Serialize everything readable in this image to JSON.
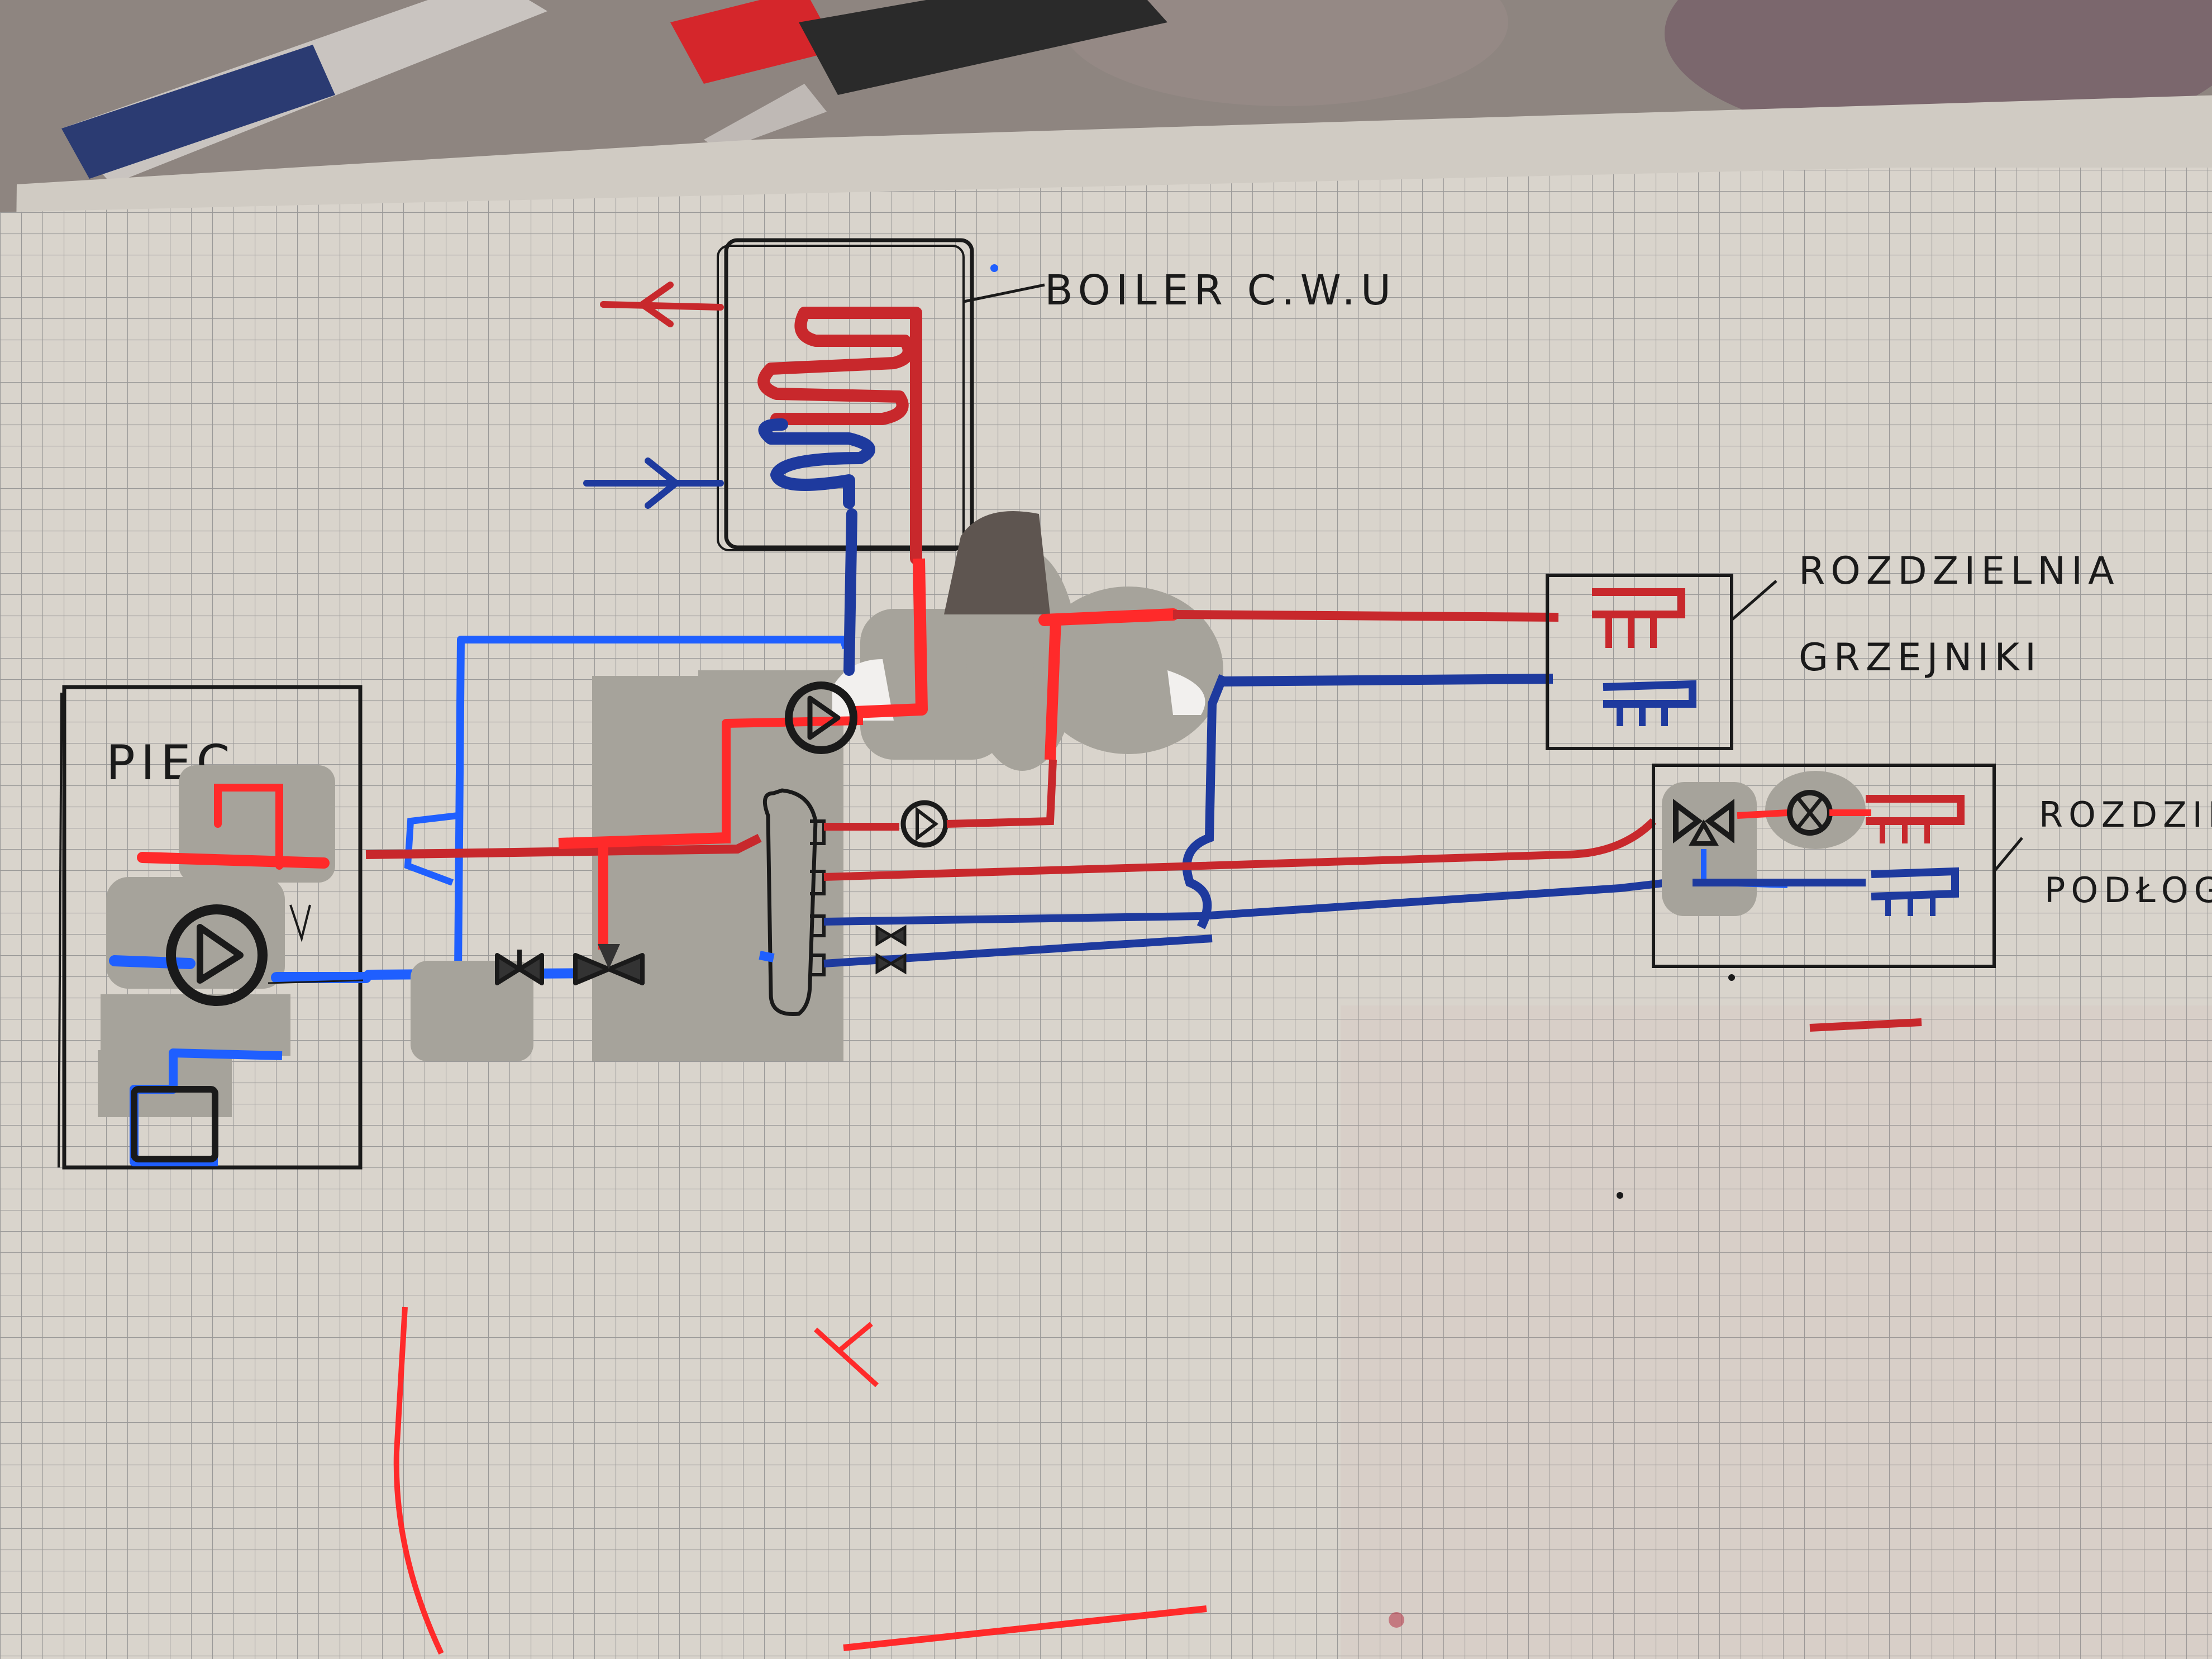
{
  "labels": {
    "boiler": "BOILER C.W.U",
    "piec": "PIEC",
    "rozdzielnia_grzejniki_1": "ROZDZIELNIA",
    "rozdzielnia_grzejniki_2": "GRZEJNIKI",
    "rozdzielnia_podlog_1": "ROZDZIELN",
    "rozdzielnia_podlog_2": "PODŁOG"
  },
  "colors": {
    "hot_pipe": "#c8282c",
    "hot_pipe_bright": "#ff2a2a",
    "cold_pipe": "#1e3a9e",
    "cold_pipe_bright": "#1f5fff",
    "ink": "#1a1a1a",
    "paper": "#d9d4cc",
    "grid": "#8f8f8f",
    "patch": "#a6a39b"
  },
  "icons": [
    "pump-icon",
    "valve-icon",
    "three-way-valve-icon",
    "arrow-in-icon",
    "arrow-out-icon"
  ]
}
